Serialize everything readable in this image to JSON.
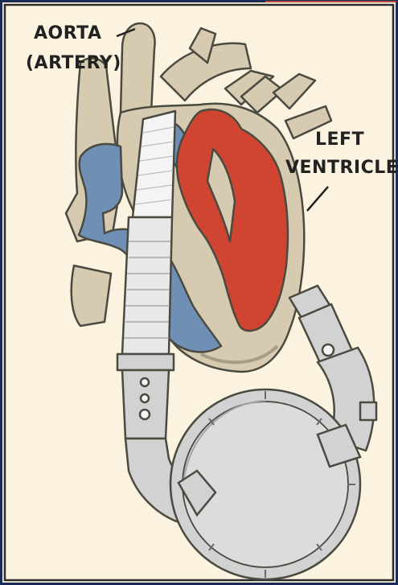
{
  "labels": {
    "aorta_line1": "AORTA",
    "aorta_line2": "(ARTERY)",
    "ventricle_line1": "LEFT",
    "ventricle_line2": "VENTRICLE"
  },
  "colors": {
    "background": "#fbf3df",
    "frame_outer": "#1b2c57",
    "frame_inner": "#2c2c2c",
    "heart_tissue": "#d6cbb0",
    "heart_shadow": "#a79d86",
    "left_ventricle": "#cf4531",
    "right_chambers": "#6f8fb4",
    "device_metal": "#d2d2d2",
    "device_shadow": "#a4a4a4",
    "graft_white": "#f4f4f4",
    "outline": "#4a4a40"
  },
  "icons": [
    "heart-illustration",
    "lvad-pump-icon",
    "outflow-graft-icon",
    "inflow-cannula-icon"
  ]
}
